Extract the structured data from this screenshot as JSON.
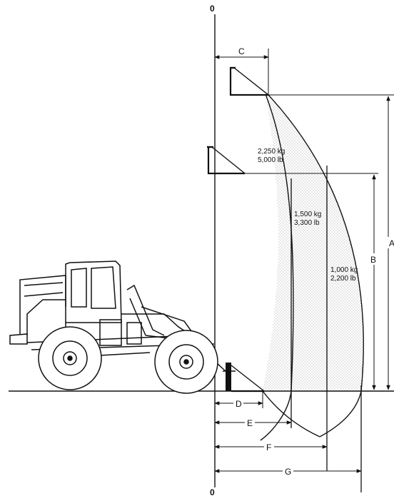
{
  "axis": {
    "top_label": "0",
    "bottom_label": "0"
  },
  "dimensions": {
    "A": "A",
    "B": "B",
    "C": "C",
    "D": "D",
    "E": "E",
    "F": "F",
    "G": "G"
  },
  "capacities": [
    {
      "kg": "2,250 kg",
      "lb": "5,000 lb"
    },
    {
      "kg": "1,500 kg",
      "lb": "3,300 lb"
    },
    {
      "kg": "1,000 kg",
      "lb": "2,200 lb"
    }
  ],
  "colors": {
    "ink": "#111111",
    "stipple": "#9a9a9a",
    "background": "#ffffff"
  }
}
